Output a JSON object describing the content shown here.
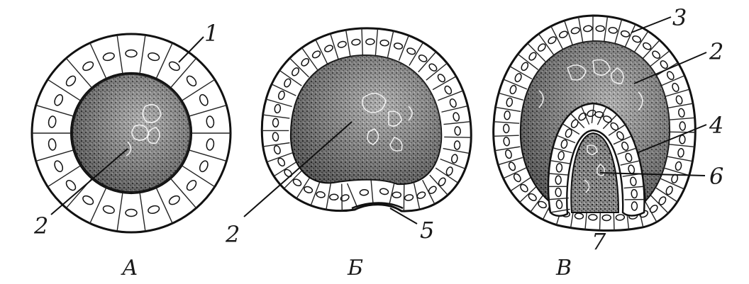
{
  "panels": [
    {
      "id": "A",
      "caption": "А",
      "labels": [
        "1",
        "2"
      ]
    },
    {
      "id": "B",
      "caption": "Б",
      "labels": [
        "2",
        "5"
      ]
    },
    {
      "id": "V",
      "caption": "В",
      "labels": [
        "3",
        "2",
        "4",
        "6",
        "7"
      ]
    }
  ],
  "labels": {
    "a1": "1",
    "a2": "2",
    "b2": "2",
    "b5": "5",
    "v3": "3",
    "v2": "2",
    "v4": "4",
    "v6": "6",
    "v7": "7"
  },
  "captions": {
    "a": "А",
    "b": "Б",
    "v": "В"
  }
}
